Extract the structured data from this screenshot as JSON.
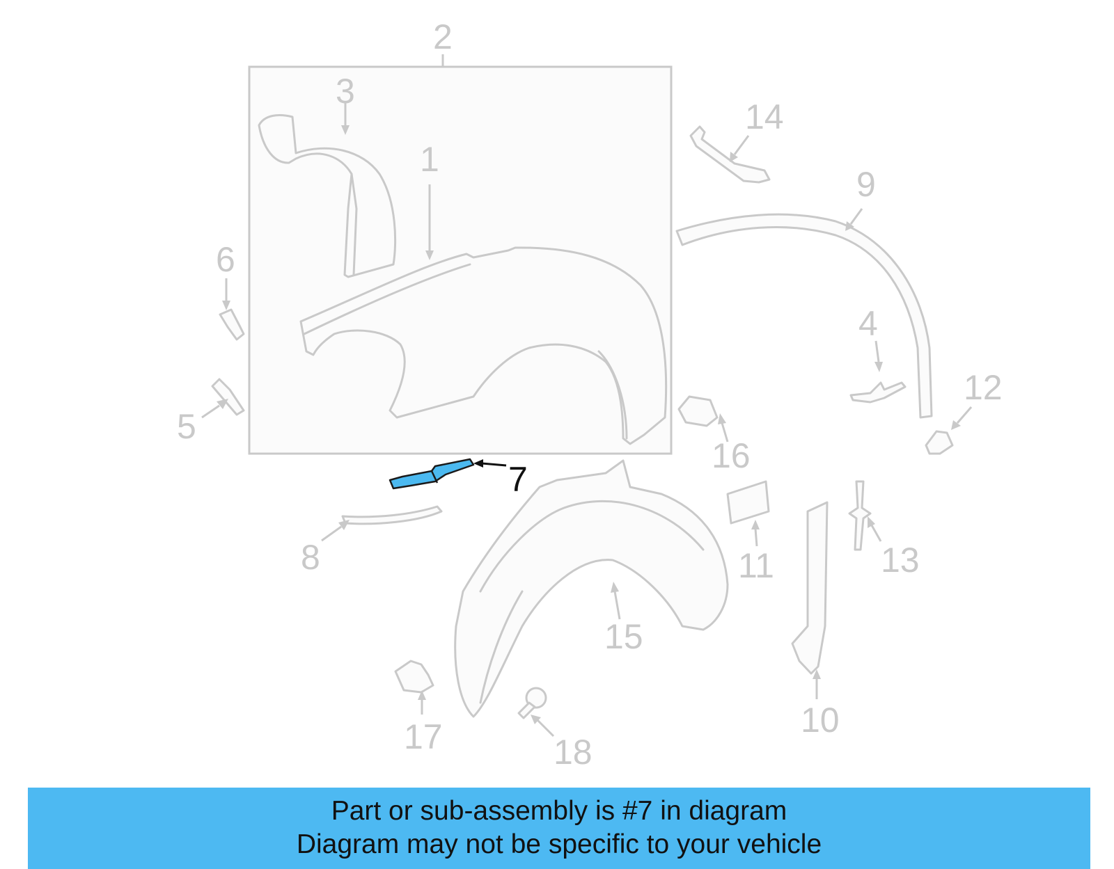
{
  "diagram": {
    "highlighted_part": "7",
    "callouts": [
      "1",
      "2",
      "3",
      "4",
      "5",
      "6",
      "7",
      "8",
      "9",
      "10",
      "11",
      "12",
      "13",
      "14",
      "15",
      "16",
      "17",
      "18"
    ],
    "colors": {
      "highlight": "#4bb9f0",
      "banner": "#4db9f2",
      "line": "#c9c9c9",
      "highlight_label": "#111111"
    }
  },
  "banner": {
    "line1": "Part or sub-assembly is #7 in diagram",
    "line2": "Diagram may not be specific to your vehicle"
  }
}
